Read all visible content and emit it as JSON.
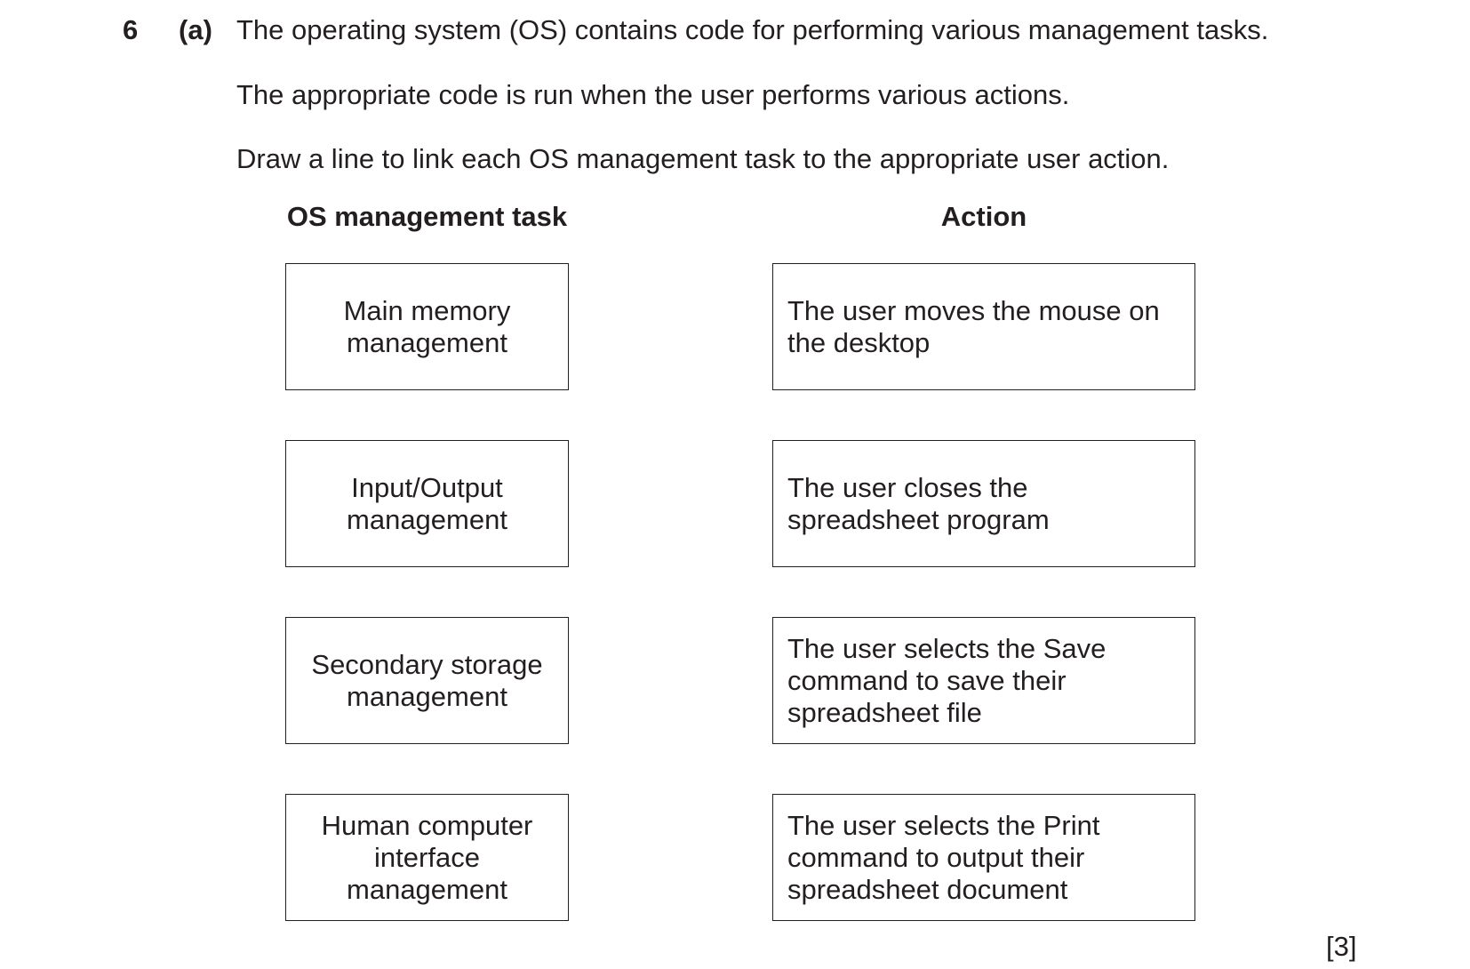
{
  "question": {
    "number": "6",
    "part": "(a)",
    "lines": [
      "The operating system (OS) contains code for performing various management tasks.",
      "The appropriate code is run when the user performs various actions.",
      "Draw a line to link each OS management task to the appropriate user action."
    ]
  },
  "columns": {
    "task_heading": "OS management task",
    "action_heading": "Action"
  },
  "tasks": [
    [
      "Main memory",
      "management"
    ],
    [
      "Input/Output",
      "management"
    ],
    [
      "Secondary storage",
      "management"
    ],
    [
      "Human computer",
      "interface",
      "management"
    ]
  ],
  "actions": [
    [
      "The user moves the mouse on",
      "the desktop"
    ],
    [
      "The user closes the",
      "spreadsheet program"
    ],
    [
      "The user selects the Save",
      "command to save their",
      "spreadsheet file"
    ],
    [
      "The user selects the Print",
      "command to output their",
      "spreadsheet document"
    ]
  ],
  "marks": "[3]"
}
